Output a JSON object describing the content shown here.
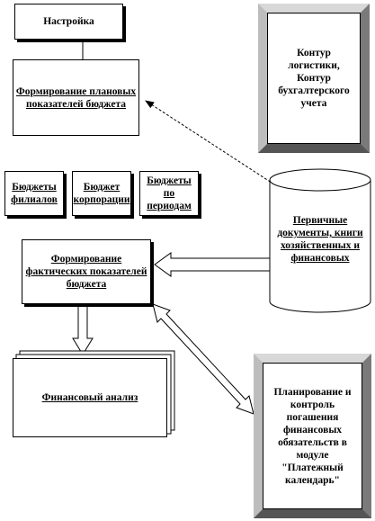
{
  "boxes": {
    "setup": "Настройка",
    "planned": "Формирование плановых показателей бюджета",
    "contour": "Контур логистики, Контур бухгалтерского учета",
    "branch_budgets": "Бюджеты филиалов",
    "corp_budget": "Бюджет корпорации",
    "period_budgets": "Бюджеты по периодам",
    "primary_docs": "Первичные документы, книги хозяйственных и финансовых",
    "actual": "Формирование фактических показателей бюджета",
    "fin_analysis": "Финансовый анализ",
    "payment_calendar": "Планирование и контроль погашения финансовых обязательств в модуле \"Платежный календарь\""
  }
}
